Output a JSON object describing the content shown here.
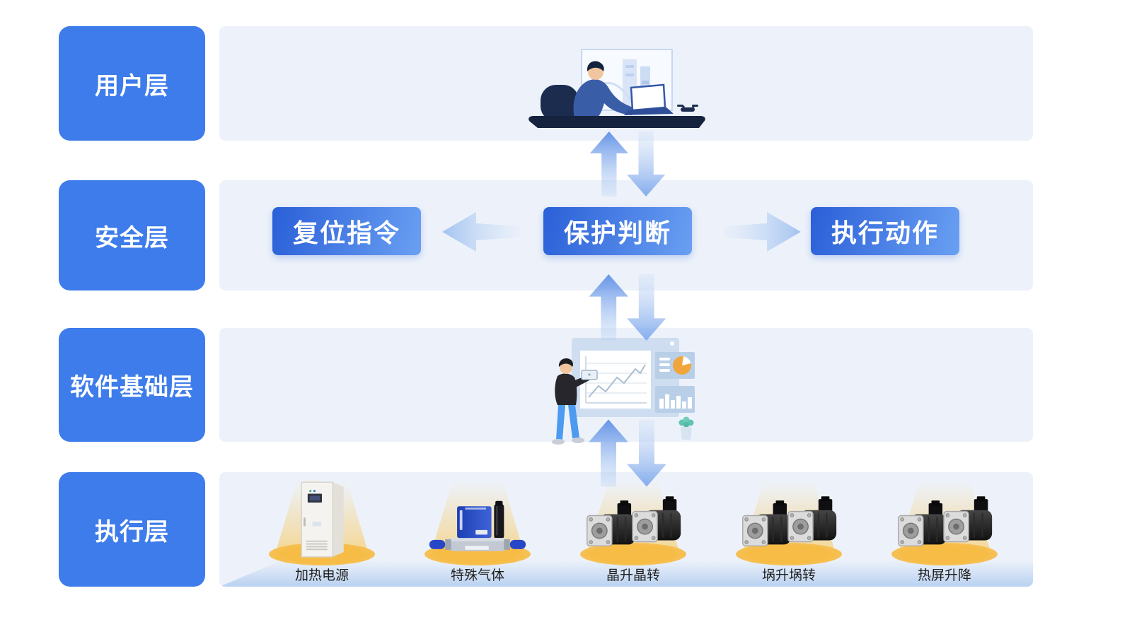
{
  "layers": [
    {
      "label": "用户层"
    },
    {
      "label": "安全层"
    },
    {
      "label": "软件基础层"
    },
    {
      "label": "执行层"
    }
  ],
  "security": {
    "boxes": [
      {
        "label": "复位指令"
      },
      {
        "label": "保护判断"
      },
      {
        "label": "执行动作"
      }
    ]
  },
  "execution": {
    "items": [
      {
        "label": "加热电源",
        "icon": "power-cabinet-icon"
      },
      {
        "label": "特殊气体",
        "icon": "gas-flow-controller-icon"
      },
      {
        "label": "晶升晶转",
        "icon": "servo-motors-icon"
      },
      {
        "label": "埚升埚转",
        "icon": "servo-motors-icon"
      },
      {
        "label": "热屏升降",
        "icon": "servo-motors-icon"
      }
    ]
  },
  "icons": {
    "user_illustration": "person-at-desk-with-laptop-and-monitor",
    "software_illustration": "person-presenting-dashboard-charts",
    "arrow_up_down": "bidirectional-vertical-arrows",
    "arrow_left": "left-arrow",
    "arrow_right": "right-arrow"
  },
  "colors": {
    "accent_blue": "#3d7cea",
    "panel_bg": "#edf2fa",
    "button_gradient_start": "#2a5fd8",
    "button_gradient_end": "#6aa0f2",
    "arrow_blue": "#7fa9ec",
    "platform_amber": "#f6bc46",
    "bottom_band": "#bcd3f1"
  }
}
